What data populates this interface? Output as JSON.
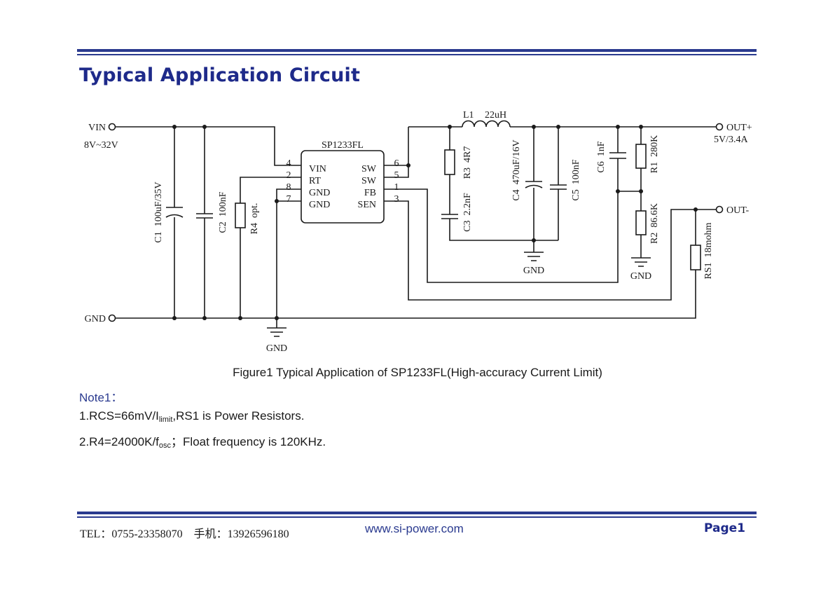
{
  "heading": "Typical Application Circuit",
  "circuit": {
    "ic_name": "SP1233FL",
    "ic_pins_left": [
      {
        "num": "4",
        "name": "VIN"
      },
      {
        "num": "2",
        "name": "RT"
      },
      {
        "num": "8",
        "name": "GND"
      },
      {
        "num": "7",
        "name": "GND"
      }
    ],
    "ic_pins_right": [
      {
        "num": "6",
        "name": "SW"
      },
      {
        "num": "5",
        "name": "SW"
      },
      {
        "num": "1",
        "name": "FB"
      },
      {
        "num": "3",
        "name": "SEN"
      }
    ],
    "vin_label": "VIN",
    "vin_range": "8V~32V",
    "gnd_label": "GND",
    "out_plus_label": "OUT+",
    "out_rating": "5V/3.4A",
    "out_minus_label": "OUT-",
    "inductor": "L1",
    "inductor_value": "22uH",
    "components": {
      "c1": "C1  100uF/35V",
      "c2": "C2  100nF",
      "r4": "R4  opt.",
      "r3": "R3  4R7",
      "c3": "C3  2.2nF",
      "c4": "C4  470uF/16V",
      "c5": "C5  100nF",
      "c6": "C6  1nF",
      "r1": "R1  280K",
      "r2": "R2  86.6K",
      "rs1": "RS1  18mohm"
    }
  },
  "caption": "Figure1 Typical Application of SP1233FL(High-accuracy Current Limit)",
  "notes": {
    "title": "Note1：",
    "line1": {
      "pre": "1.RCS=66mV/I",
      "sub": "limit",
      "post": ",RS1 is Power Resistors."
    },
    "line2": {
      "pre": "2.R4=24000K/f",
      "sub": "osc",
      "post": "；Float frequency is 120KHz."
    }
  },
  "footer": {
    "contact": "TEL：0755-23358070    手机：13926596180",
    "website": "www.si-power.com",
    "page": "Page1"
  },
  "colors": {
    "brand_blue": "#1e2a8a",
    "rule_blue": "#2a3a8f"
  }
}
